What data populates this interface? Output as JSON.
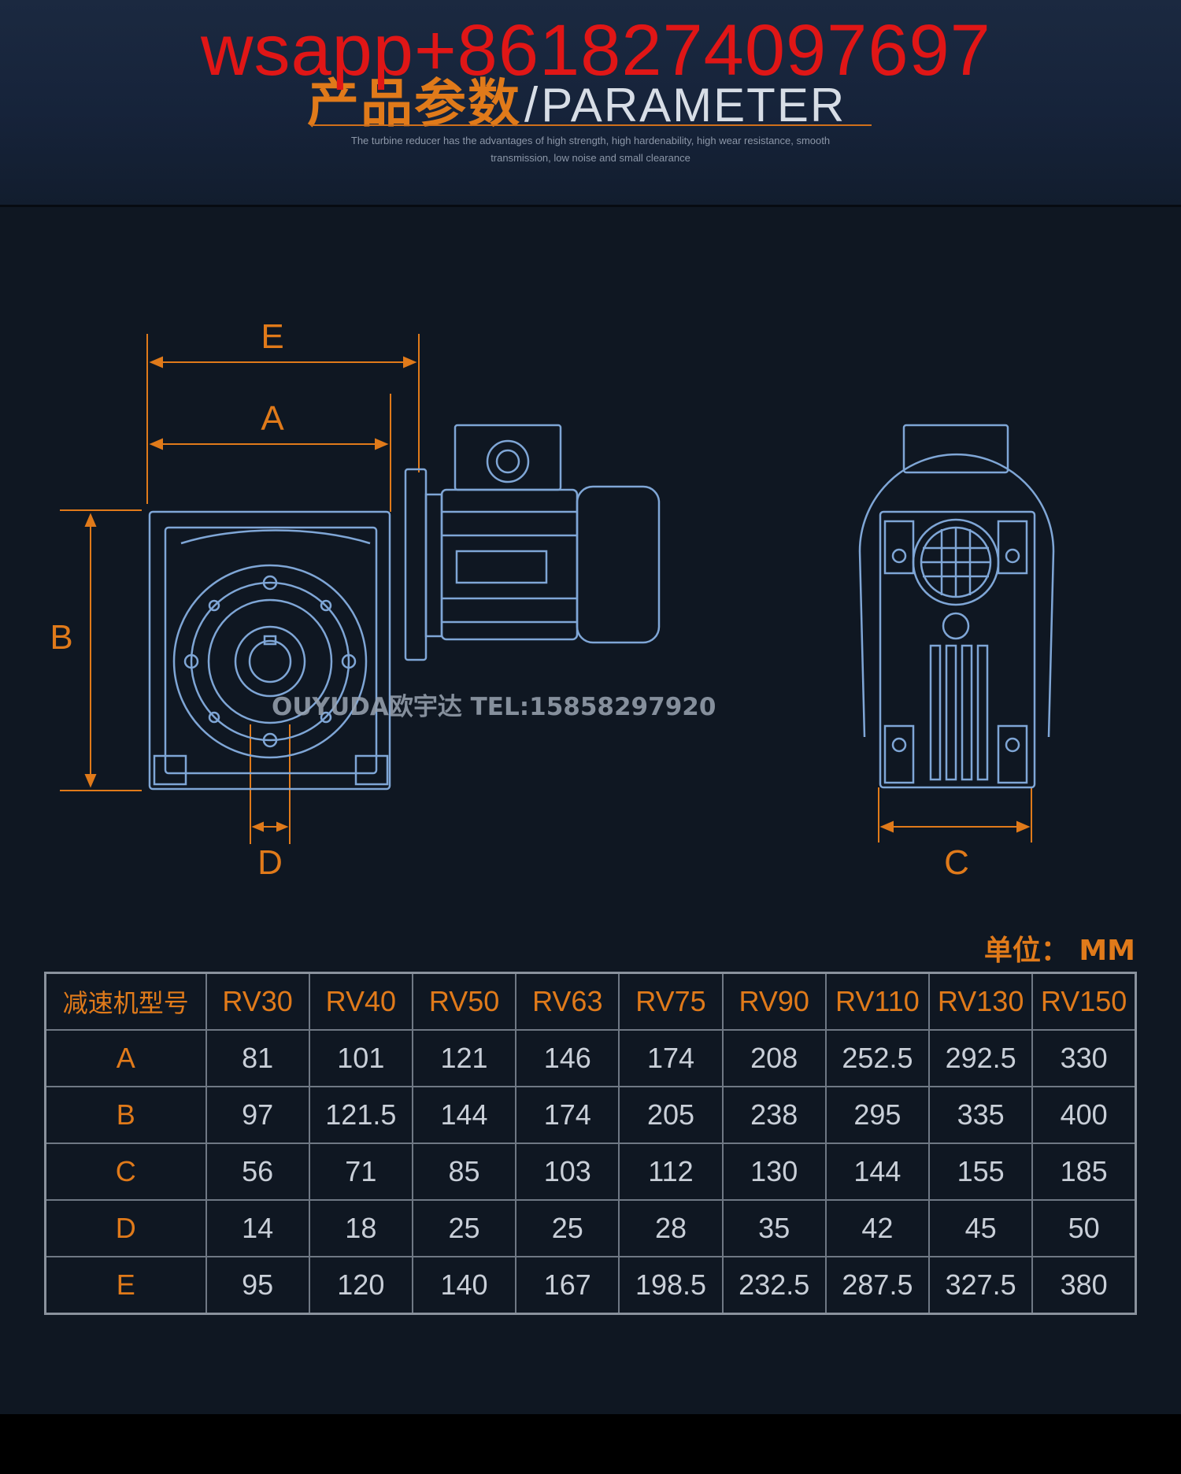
{
  "header": {
    "overlay_contact": "wsapp+8618274097697",
    "title_cn": "产品参数",
    "title_sep": "/",
    "title_en": "PARAMETER",
    "tagline_line1": "The turbine reducer has the advantages of high strength, high hardenability, high wear resistance, smooth",
    "tagline_line2": "transmission, low noise and small clearance"
  },
  "drawing": {
    "dim_labels": {
      "E": "E",
      "A": "A",
      "B": "B",
      "D": "D",
      "C": "C"
    },
    "watermark": "OUYUDA欧宇达 TEL:15858297920"
  },
  "unit_label": "单位： MM",
  "table": {
    "corner_label": "减速机型号",
    "models": [
      "RV30",
      "RV40",
      "RV50",
      "RV63",
      "RV75",
      "RV90",
      "RV110",
      "RV130",
      "RV150"
    ],
    "rows": [
      {
        "label": "A",
        "values": [
          "81",
          "101",
          "121",
          "146",
          "174",
          "208",
          "252.5",
          "292.5",
          "330"
        ]
      },
      {
        "label": "B",
        "values": [
          "97",
          "121.5",
          "144",
          "174",
          "205",
          "238",
          "295",
          "335",
          "400"
        ]
      },
      {
        "label": "C",
        "values": [
          "56",
          "71",
          "85",
          "103",
          "112",
          "130",
          "144",
          "155",
          "185"
        ]
      },
      {
        "label": "D",
        "values": [
          "14",
          "18",
          "25",
          "25",
          "28",
          "35",
          "42",
          "45",
          "50"
        ]
      },
      {
        "label": "E",
        "values": [
          "95",
          "120",
          "140",
          "167",
          "198.5",
          "232.5",
          "287.5",
          "327.5",
          "380"
        ]
      }
    ]
  },
  "colors": {
    "accent_orange": "#e07a1a",
    "line_blue": "#7fa6d6",
    "background": "#0f1722",
    "watermark_red": "#e01616"
  }
}
